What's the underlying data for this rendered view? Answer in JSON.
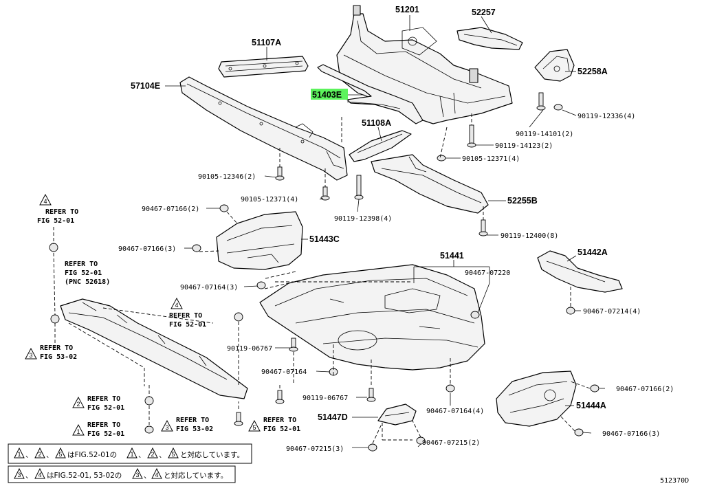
{
  "part_labels": {
    "p51201": "51201",
    "p52257": "52257",
    "p51107A": "51107A",
    "p57104E": "57104E",
    "p51403E": "51403E",
    "p52258A": "52258A",
    "p51108A": "51108A",
    "p52255B": "52255B",
    "p51443C": "51443C",
    "p51441": "51441",
    "p51442A": "51442A",
    "p51444A": "51444A",
    "p51447D": "51447D"
  },
  "fastener_labels": {
    "f90119_12336": "90119-12336(4)",
    "f90119_14101": "90119-14101(2)",
    "f90119_14123": "90119-14123(2)",
    "f90105_12371a": "90105-12371(4)",
    "f90105_12346": "90105-12346(2)",
    "f90105_12371b": "90105-12371(4)",
    "f90467_07166a": "90467-07166(2)",
    "f90119_12398": "90119-12398(4)",
    "f90119_12400": "90119-12400(8)",
    "f90467_07166b": "90467-07166(3)",
    "f90467_07220": "90467-07220",
    "f90467_07164a": "90467-07164(3)",
    "f90467_07214": "90467-07214(4)",
    "f90119_06767a": "90119-06767",
    "f90467_07164b": "90467-07164",
    "f90119_06767b": "90119-06767",
    "f90467_07164c": "90467-07164(4)",
    "f90467_07166c": "90467-07166(2)",
    "f90467_07166d": "90467-07166(3)",
    "f90467_07215a": "90467-07215(3)",
    "f90467_07215b": "90467-07215(2)"
  },
  "refer_notes": {
    "r1_l1": "REFER TO",
    "r1_l2": "FIG 52-01",
    "r1_tri": "4",
    "r2_l1": "REFER TO",
    "r2_l2": "FIG 52-01",
    "r2_l3": "(PNC 52618)",
    "r3_l1": "REFER TO",
    "r3_l2": "FIG 53-02",
    "r3_tri": "3",
    "r4_l1": "REFER TO",
    "r4_l2": "FIG 52-01",
    "r4_tri": "4",
    "r5_l1": "REFER TO",
    "r5_l2": "FIG 52-01",
    "r5_tri": "2",
    "r6_l1": "REFER TO",
    "r6_l2": "FIG 52-01",
    "r6_tri": "1",
    "r7_l1": "REFER TO",
    "r7_l2": "FIG 53-02",
    "r7_tri": "3",
    "r8_l1": "REFER TO",
    "r8_l2": "FIG 52-01",
    "r8_tri": "5"
  },
  "legend": {
    "line1": "はFIG.52-01の",
    "line1_end": "と対応しています。",
    "line1_t1": "1",
    "line1_t2": "2",
    "line1_t3": "5",
    "line2": "はFIG.52-01, 53-02の",
    "line2_end": "と対応しています。",
    "line2_t1": "3",
    "line2_t2": "4"
  },
  "diagram_id": "512370D",
  "colors": {
    "highlight": "#5cf35c",
    "ink": "#000000",
    "paper": "#ffffff"
  }
}
